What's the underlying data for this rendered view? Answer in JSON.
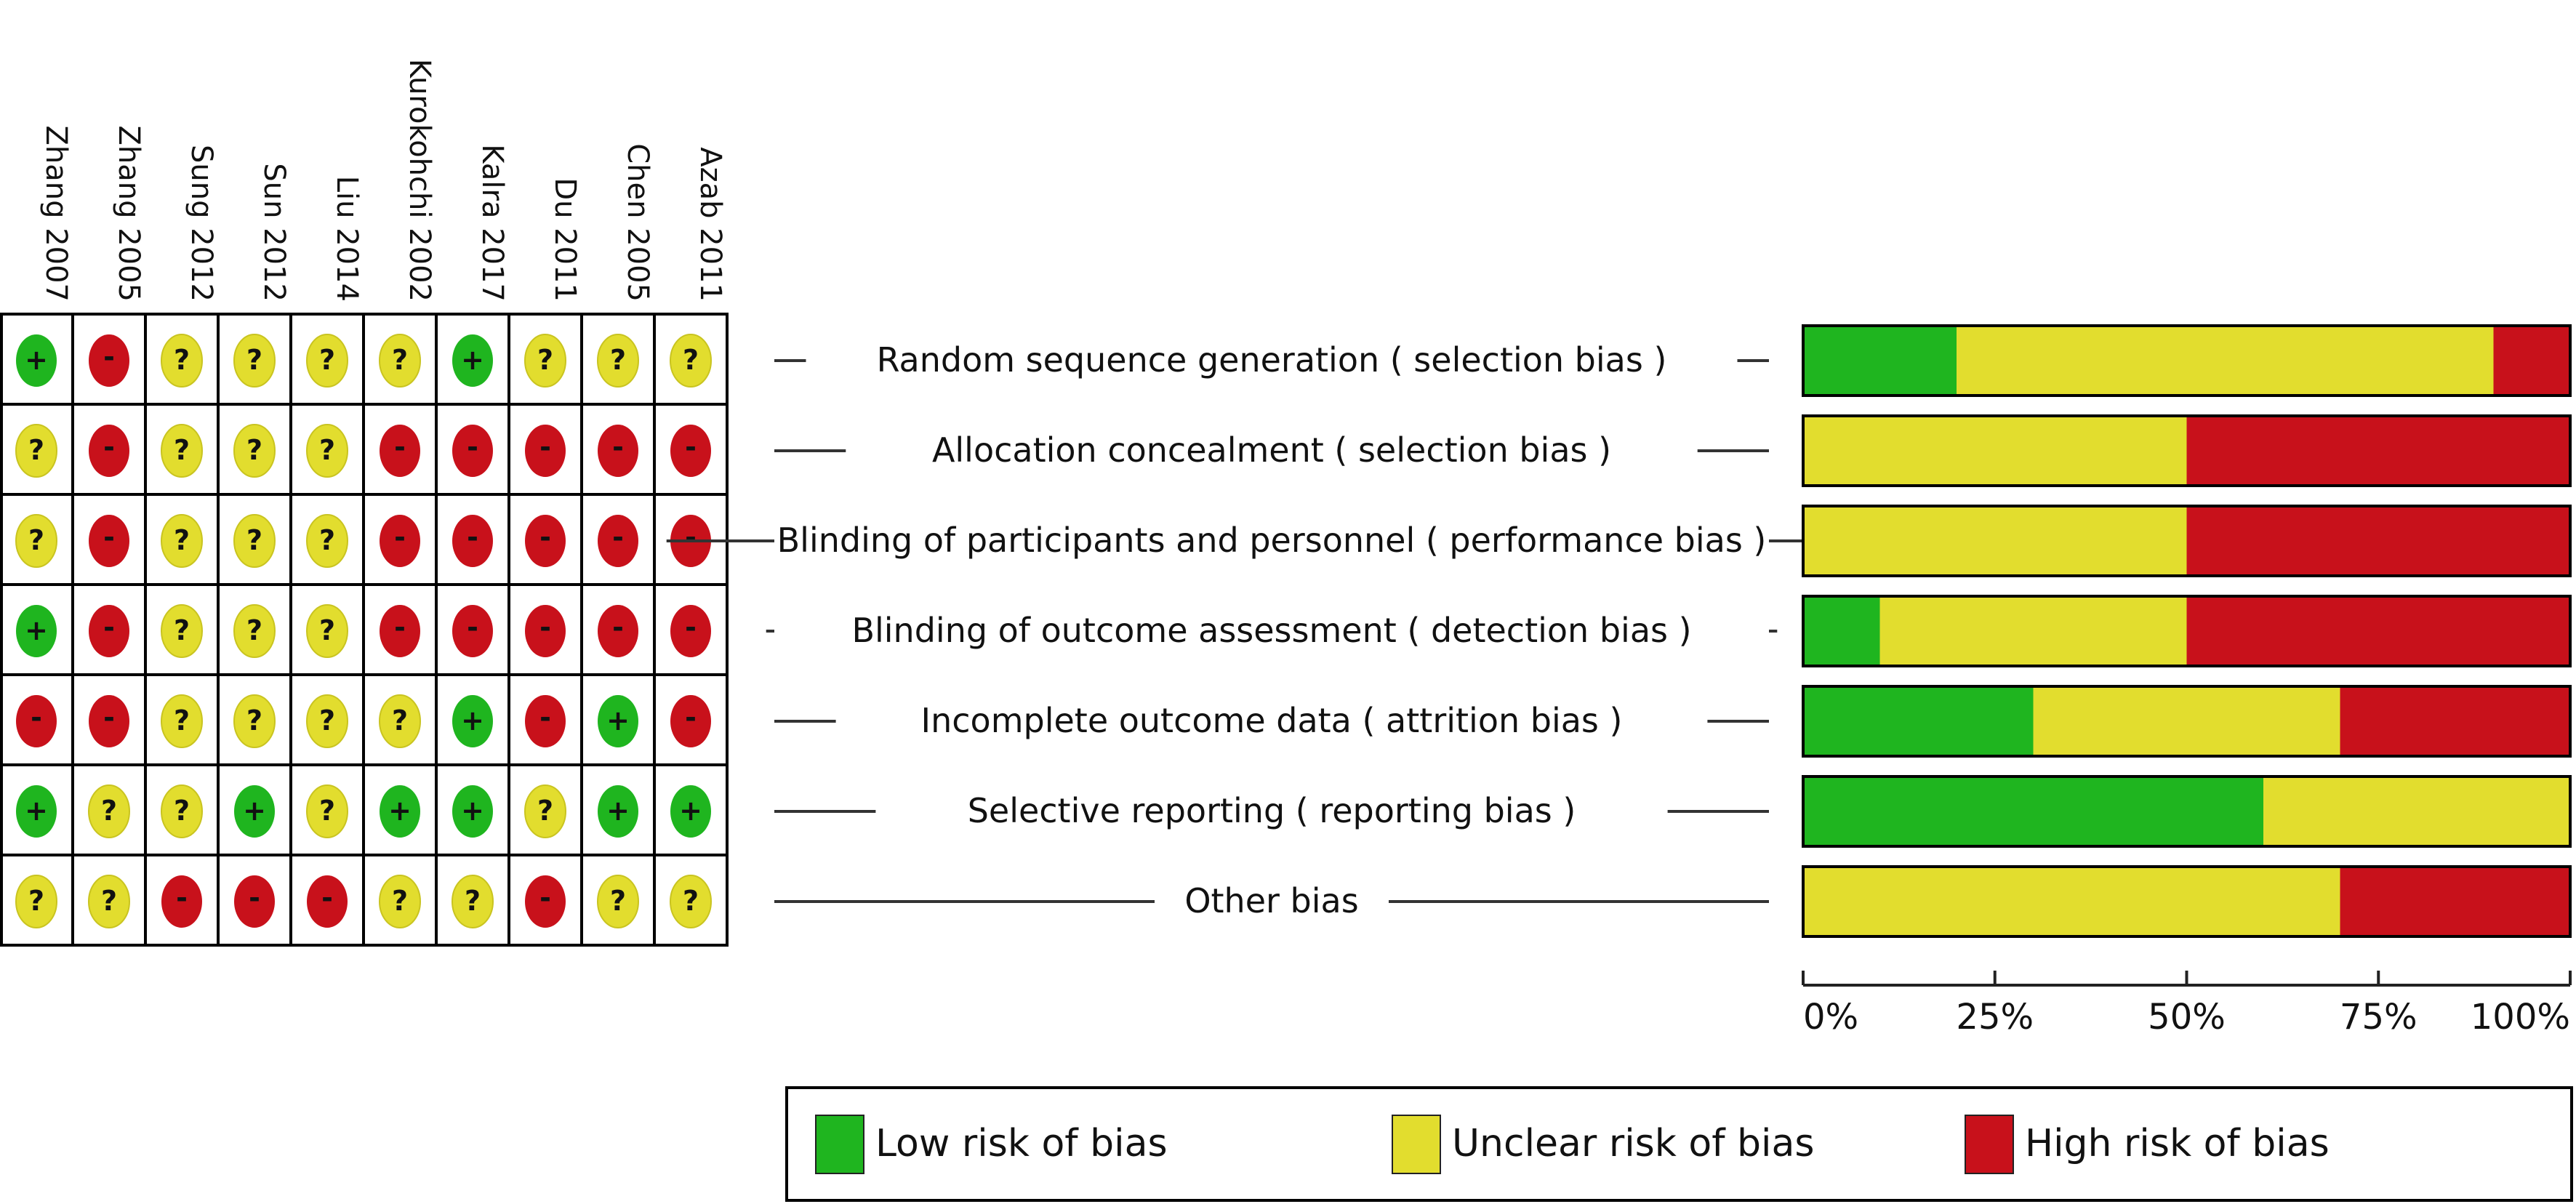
{
  "studies": [
    "Zhang 2007",
    "Zhang 2005",
    "Sung 2012",
    "Sun 2012",
    "Liu 2014",
    "Kurokohchi 2002",
    "Kalra 2017",
    "Du 2011",
    "Chen 2005",
    "Azab 2011"
  ],
  "domains": [
    "Random sequence generation ( selection bias )",
    "Allocation concealment ( selection bias )",
    "Blinding of participants and personnel ( performance bias )",
    "Blinding of outcome assessment ( detection bias )",
    "Incomplete outcome data ( attrition bias )",
    "Selective reporting ( reporting bias )",
    "Other bias"
  ],
  "symbols": {
    "low": "+",
    "unclear": "?",
    "high": "-"
  },
  "colors": {
    "low": "#1fb51f",
    "unclear": "#e2dd2e",
    "high": "#c8111b",
    "border": "#000000"
  },
  "chart_data": {
    "type": "bar",
    "orientation": "horizontal",
    "stacked": true,
    "categories": [
      "Random sequence generation ( selection bias )",
      "Allocation concealment ( selection bias )",
      "Blinding of participants and personnel ( performance bias )",
      "Blinding of outcome assessment ( detection bias )",
      "Incomplete outcome data ( attrition bias )",
      "Selective reporting ( reporting bias )",
      "Other bias"
    ],
    "series": [
      {
        "name": "Low risk of bias",
        "values": [
          20,
          0,
          0,
          10,
          30,
          60,
          0
        ]
      },
      {
        "name": "Unclear risk of bias",
        "values": [
          70,
          50,
          50,
          40,
          40,
          40,
          70
        ]
      },
      {
        "name": "High risk of bias",
        "values": [
          10,
          50,
          50,
          50,
          30,
          0,
          30
        ]
      }
    ],
    "xlim": [
      0,
      100
    ],
    "xticks": [
      "0%",
      "25%",
      "50%",
      "75%",
      "100%"
    ],
    "legend_position": "bottom",
    "summary_grid": [
      [
        "low",
        "high",
        "unclear",
        "unclear",
        "unclear",
        "unclear",
        "low",
        "unclear",
        "unclear",
        "unclear"
      ],
      [
        "unclear",
        "high",
        "unclear",
        "unclear",
        "unclear",
        "high",
        "high",
        "high",
        "high",
        "high"
      ],
      [
        "unclear",
        "high",
        "unclear",
        "unclear",
        "unclear",
        "high",
        "high",
        "high",
        "high",
        "high"
      ],
      [
        "low",
        "high",
        "unclear",
        "unclear",
        "unclear",
        "high",
        "high",
        "high",
        "high",
        "high"
      ],
      [
        "high",
        "high",
        "unclear",
        "unclear",
        "unclear",
        "unclear",
        "low",
        "high",
        "low",
        "high"
      ],
      [
        "low",
        "unclear",
        "unclear",
        "low",
        "unclear",
        "low",
        "low",
        "unclear",
        "low",
        "low"
      ],
      [
        "unclear",
        "unclear",
        "high",
        "high",
        "high",
        "unclear",
        "unclear",
        "high",
        "unclear",
        "unclear"
      ]
    ]
  }
}
